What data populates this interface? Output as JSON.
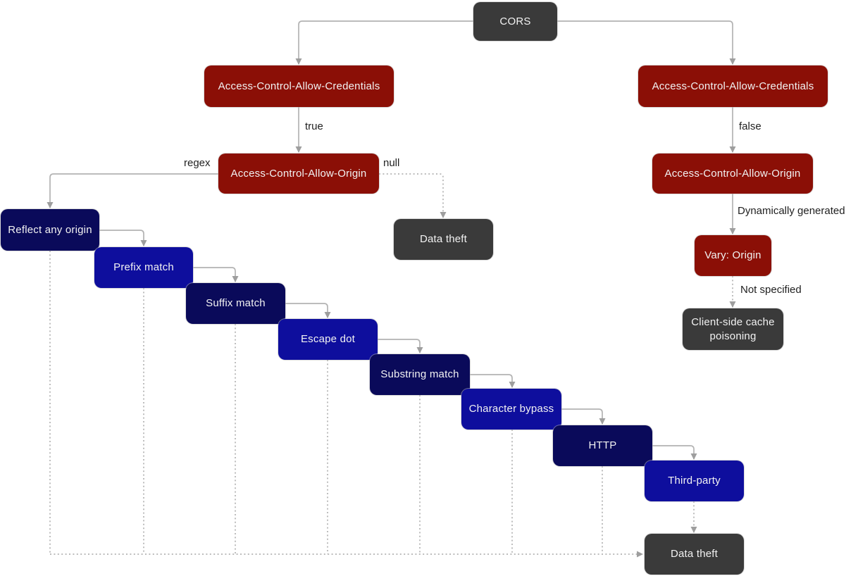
{
  "diagram": {
    "nodes": {
      "cors": {
        "label": "CORS"
      },
      "acac_left": {
        "label": "Access-Control-Allow-Credentials"
      },
      "acac_right": {
        "label": "Access-Control-Allow-Credentials"
      },
      "acao_left": {
        "label": "Access-Control-Allow-Origin"
      },
      "acao_right": {
        "label": "Access-Control-Allow-Origin"
      },
      "reflect": {
        "label": "Reflect any origin"
      },
      "prefix": {
        "label": "Prefix match"
      },
      "suffix": {
        "label": "Suffix match"
      },
      "escape_dot": {
        "label": "Escape dot"
      },
      "substring": {
        "label": "Substring match"
      },
      "char_bypass": {
        "label": "Character bypass"
      },
      "http": {
        "label": "HTTP"
      },
      "third_party": {
        "label": "Third-party"
      },
      "data_theft_mid": {
        "label": "Data theft"
      },
      "data_theft_bottom": {
        "label": "Data theft"
      },
      "vary_origin": {
        "label": "Vary: Origin"
      },
      "cache_poisoning": {
        "label": "Client-side cache poisoning"
      }
    },
    "edge_labels": {
      "true_label": "true",
      "false_label": "false",
      "regex_label": "regex",
      "null_label": "null",
      "dynamically_generated": "Dynamically generated",
      "not_specified": "Not specified"
    },
    "colors": {
      "red": "#8b0f06",
      "navy_dark": "#0a0a5a",
      "navy_bright": "#0e0e9d",
      "gray_box": "#3a3a3a",
      "line": "#b3b3b3",
      "arrow": "#9e9e9e",
      "edge_label_text": "#1f1f1f",
      "node_text": "#f2f2f2"
    }
  }
}
